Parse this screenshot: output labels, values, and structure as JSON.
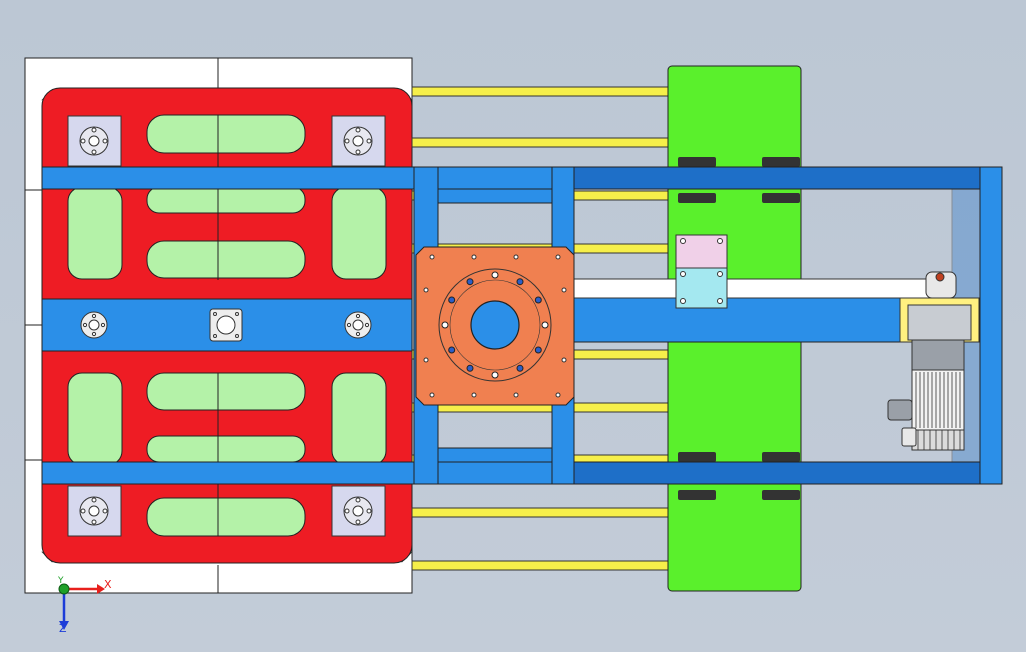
{
  "viewport": {
    "background_top": "#bcc7d4",
    "background_bottom": "#c3ccd8"
  },
  "colors": {
    "plate_red": "#ee1c24",
    "pocket_green": "#b4f2a8",
    "frame_blue": "#2b8fe8",
    "frame_dark_blue": "#1e6fc8",
    "column_green": "#5af02c",
    "rotary_orange": "#f08050",
    "rail_yellow": "#f6ef4a",
    "base_white": "#ffffff",
    "motor_gray": "#9aa0a8",
    "pad_lavender": "#d6d8ee",
    "bracket_pink": "#f0d0e8",
    "bracket_cyan": "#a4e8f0",
    "motor_mount_yellow": "#fff080"
  },
  "triad": {
    "x_label": "X",
    "y_label": "Y",
    "z_label": "Z",
    "x_color": "#e8201c",
    "y_color": "#1ea028",
    "z_color": "#1c3cd8"
  }
}
